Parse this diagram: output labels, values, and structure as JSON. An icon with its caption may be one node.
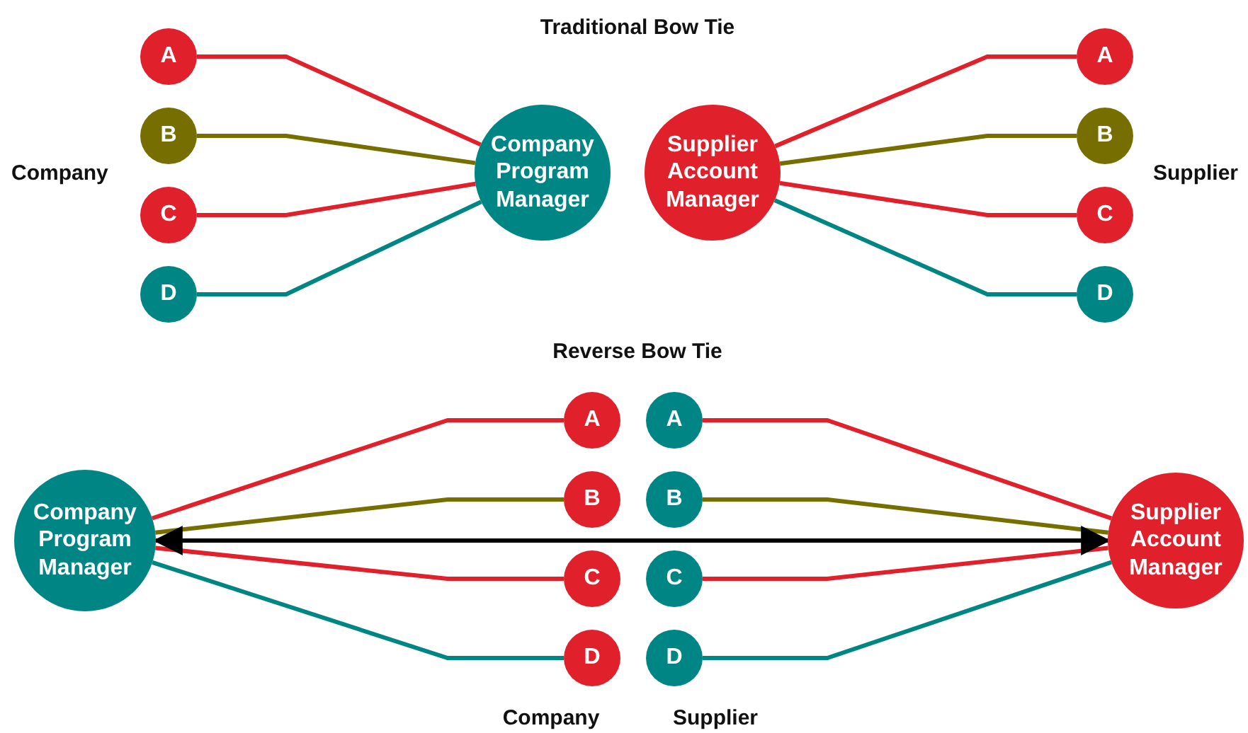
{
  "diagram": {
    "nodes": [
      {
        "text": [
          "A"
        ]
      },
      {
        "text": [
          "B"
        ]
      },
      {
        "text": [
          "C"
        ]
      },
      {
        "text": [
          "D"
        ]
      },
      {
        "text": [
          "Company Program Manager"
        ]
      },
      {
        "text": [
          "Supplier Account Manager"
        ]
      },
      {
        "text": [
          "A"
        ]
      },
      {
        "text": [
          "B"
        ]
      },
      {
        "text": [
          "C"
        ]
      },
      {
        "text": [
          "D"
        ]
      },
      {
        "text": [
          "Company Program Manager"
        ]
      },
      {
        "text": [
          "A"
        ]
      },
      {
        "text": [
          "B"
        ]
      },
      {
        "text": [
          "C"
        ]
      },
      {
        "text": [
          "D"
        ]
      },
      {
        "text": [
          "A"
        ]
      },
      {
        "text": [
          "B"
        ]
      },
      {
        "text": [
          "C"
        ]
      },
      {
        "text": [
          "D"
        ]
      },
      {
        "text": [
          "Supplier Account Manager"
        ]
      }
    ],
    "edges": [
      {
        "from": 0,
        "to": 4,
        "arrow": "none"
      },
      {
        "from": 1,
        "to": 4,
        "arrow": "none",
        "color": "#766f00"
      },
      {
        "from": 2,
        "to": 4,
        "arrow": "none"
      },
      {
        "from": 3,
        "to": 4,
        "arrow": "none",
        "color": "#008585"
      },
      {
        "from": 5,
        "to": 6,
        "arrow": "none"
      },
      {
        "from": 5,
        "to": 7,
        "arrow": "none",
        "color": "#766f00"
      },
      {
        "from": 5,
        "to": 8,
        "arrow": "none"
      },
      {
        "from": 5,
        "to": 9,
        "arrow": "none",
        "color": "#008585"
      },
      {
        "from": 10,
        "to": 11,
        "arrow": "none"
      },
      {
        "from": 10,
        "to": 12,
        "arrow": "none",
        "color": "#766f00"
      },
      {
        "from": 10,
        "to": 13,
        "arrow": "none"
      },
      {
        "from": 10,
        "to": 14,
        "arrow": "none",
        "color": "#008585"
      },
      {
        "from": 15,
        "to": 19,
        "arrow": "none"
      },
      {
        "from": 16,
        "to": 19,
        "arrow": "none",
        "color": "#766f00"
      },
      {
        "from": 17,
        "to": 19,
        "arrow": "none"
      },
      {
        "from": 18,
        "to": 19,
        "arrow": "none",
        "color": "#008585"
      },
      {
        "from": 10,
        "to": 19,
        "arrow": "both",
        "color": "#000000"
      }
    ],
    "labels": [
      "Traditional Bow Tie",
      "Company",
      "Supplier",
      "Reverse Bow Tie",
      "Company",
      "Supplier"
    ]
  }
}
